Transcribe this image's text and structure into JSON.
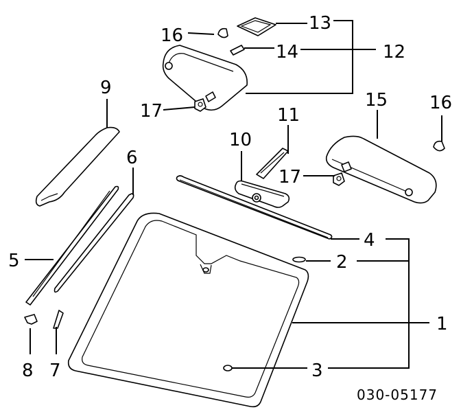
{
  "diagram": {
    "code": "030-05177",
    "callouts": {
      "c1": "1",
      "c2": "2",
      "c3": "3",
      "c4": "4",
      "c5": "5",
      "c6": "6",
      "c7": "7",
      "c8": "8",
      "c9": "9",
      "c10": "10",
      "c11": "11",
      "c12": "12",
      "c13": "13",
      "c14": "14",
      "c15": "15",
      "c16a": "16",
      "c16b": "16",
      "c17a": "17",
      "c17b": "17"
    }
  }
}
